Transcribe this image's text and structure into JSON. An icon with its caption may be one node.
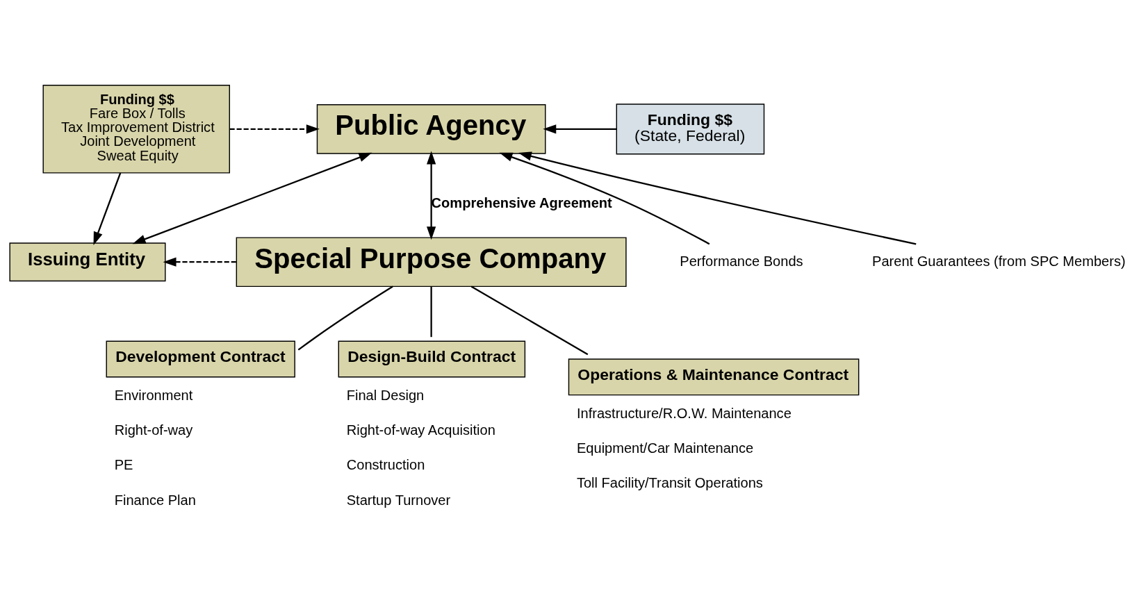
{
  "diagram": {
    "nodes": [
      {
        "text": [
          "Funding $$",
          "Fare Box / Tolls",
          "Tax Improvement District",
          "Joint Development",
          "Sweat Equity"
        ]
      },
      {
        "text": [
          "Public Agency"
        ]
      },
      {
        "text": [
          "Funding $$",
          "(State, Federal)"
        ]
      },
      {
        "text": [
          "Issuing Entity"
        ]
      },
      {
        "text": [
          "Special Purpose Company"
        ]
      },
      {
        "text": [
          "Development Contract"
        ],
        "beside": [
          "Environment",
          "Right-of-way",
          "PE",
          "Finance Plan"
        ]
      },
      {
        "text": [
          "Design-Build Contract"
        ],
        "beside": [
          "Final Design",
          "Right-of-way Acquisition",
          "Construction",
          "Startup Turnover"
        ]
      },
      {
        "text": [
          "Operations & Maintenance Contract"
        ],
        "beside": [
          "Infrastructure/R.O.W. Maintenance",
          "Equipment/Car Maintenance",
          "Toll Facility/Transit Operations"
        ]
      },
      {
        "text": [
          "Performance Bonds"
        ]
      },
      {
        "text": [
          "Parent Guarantees (from SPC Members)"
        ]
      }
    ],
    "edges": [
      {
        "from": 0,
        "to": 1,
        "arrow": "to",
        "style": "dashed"
      },
      {
        "from": 2,
        "to": 1,
        "arrow": "to"
      },
      {
        "from": 0,
        "to": 3,
        "arrow": "to"
      },
      {
        "from": 3,
        "to": 1,
        "arrow": "both"
      },
      {
        "from": 4,
        "to": 3,
        "arrow": "to",
        "style": "dashed"
      },
      {
        "from": 1,
        "to": 4,
        "arrow": "both",
        "label": "Comprehensive Agreement"
      },
      {
        "from": 4,
        "to": 5,
        "arrow": "none"
      },
      {
        "from": 4,
        "to": 6,
        "arrow": "none"
      },
      {
        "from": 4,
        "to": 7,
        "arrow": "none"
      },
      {
        "from": 8,
        "to": 1,
        "arrow": "to"
      },
      {
        "from": 9,
        "to": 1,
        "arrow": "to"
      }
    ]
  }
}
